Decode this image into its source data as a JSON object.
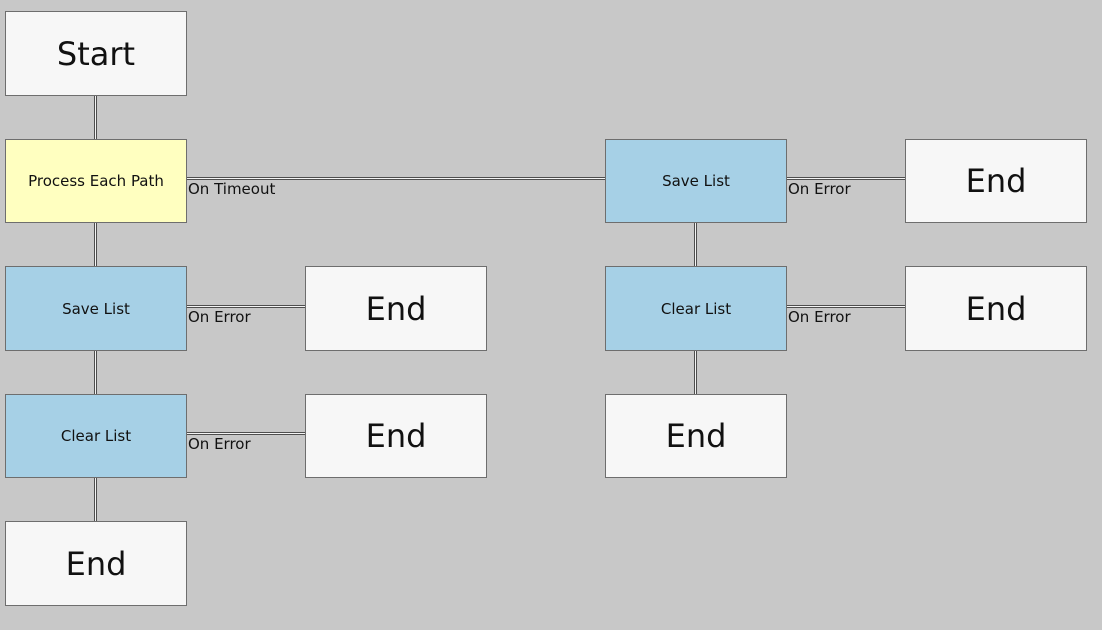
{
  "nodes": {
    "start": "Start",
    "process_each_path": "Process Each Path",
    "left_save_list": "Save List",
    "left_save_list_end": "End",
    "left_clear_list": "Clear List",
    "left_clear_list_end": "End",
    "left_end": "End",
    "right_save_list": "Save List",
    "right_save_list_end": "End",
    "right_clear_list": "Clear List",
    "right_clear_list_end": "End",
    "right_end": "End"
  },
  "edges": {
    "on_timeout": "On Timeout",
    "left_save_error": "On Error",
    "left_clear_error": "On Error",
    "right_save_error": "On Error",
    "right_clear_error": "On Error"
  },
  "colors": {
    "background": "#c8c8c8",
    "terminal_fill": "#f7f7f7",
    "loop_fill": "#ffffc0",
    "action_fill": "#a6d0e6"
  }
}
